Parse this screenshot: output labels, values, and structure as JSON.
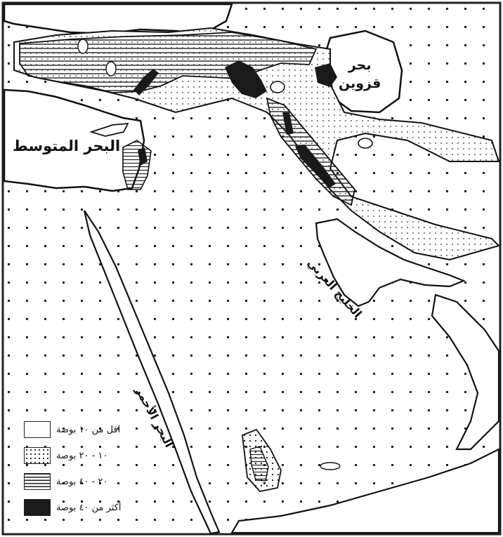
{
  "map": {
    "labels": {
      "mediterranean": "البحر المتوسط",
      "caspian_line1": "بحر",
      "caspian_line2": "قزوين",
      "gulf": "الخليج العربي",
      "red_sea": "البحر الأحمر"
    }
  },
  "legend": {
    "items": [
      {
        "label": "اقل من ١٠ بوصة",
        "pattern": "blank",
        "color": "#ffffff"
      },
      {
        "label": "١٠ - ٢٠ بوصة",
        "pattern": "dots",
        "color": "#222222"
      },
      {
        "label": "٢٠ - ٤٠ بوصة",
        "pattern": "lines",
        "color": "#222222"
      },
      {
        "label": "أكثر من ٤٠ بوصة",
        "pattern": "solid",
        "color": "#1a1a1a"
      }
    ]
  }
}
